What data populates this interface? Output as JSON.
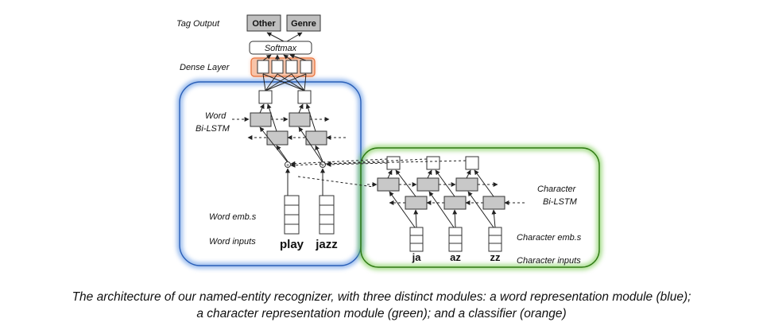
{
  "diagram": {
    "tag_output_label": "Tag Output",
    "tags": [
      "Other",
      "Genre"
    ],
    "softmax_label": "Softmax",
    "dense_layer_label": "Dense Layer",
    "word_bilstm_label": [
      "Word",
      "Bi-LSTM"
    ],
    "word_emb_label": "Word emb.s",
    "word_inputs_label": "Word inputs",
    "word_inputs": [
      "play",
      "jazz"
    ],
    "char_bilstm_label": [
      "Character",
      "Bi-LSTM"
    ],
    "char_emb_label": "Character emb.s",
    "char_inputs_label": "Character inputs",
    "char_inputs": [
      "ja",
      "az",
      "zz"
    ],
    "colors": {
      "word_module": "#3b7ddd",
      "char_module": "#5cc02a",
      "classifier": "#f0703a",
      "lstm_cell": "#c8c8c8"
    }
  },
  "caption": [
    "The architecture of our named-entity recognizer, with three distinct modules: a word representation module (blue);",
    "a character representation module (green); and a classifier (orange)"
  ]
}
